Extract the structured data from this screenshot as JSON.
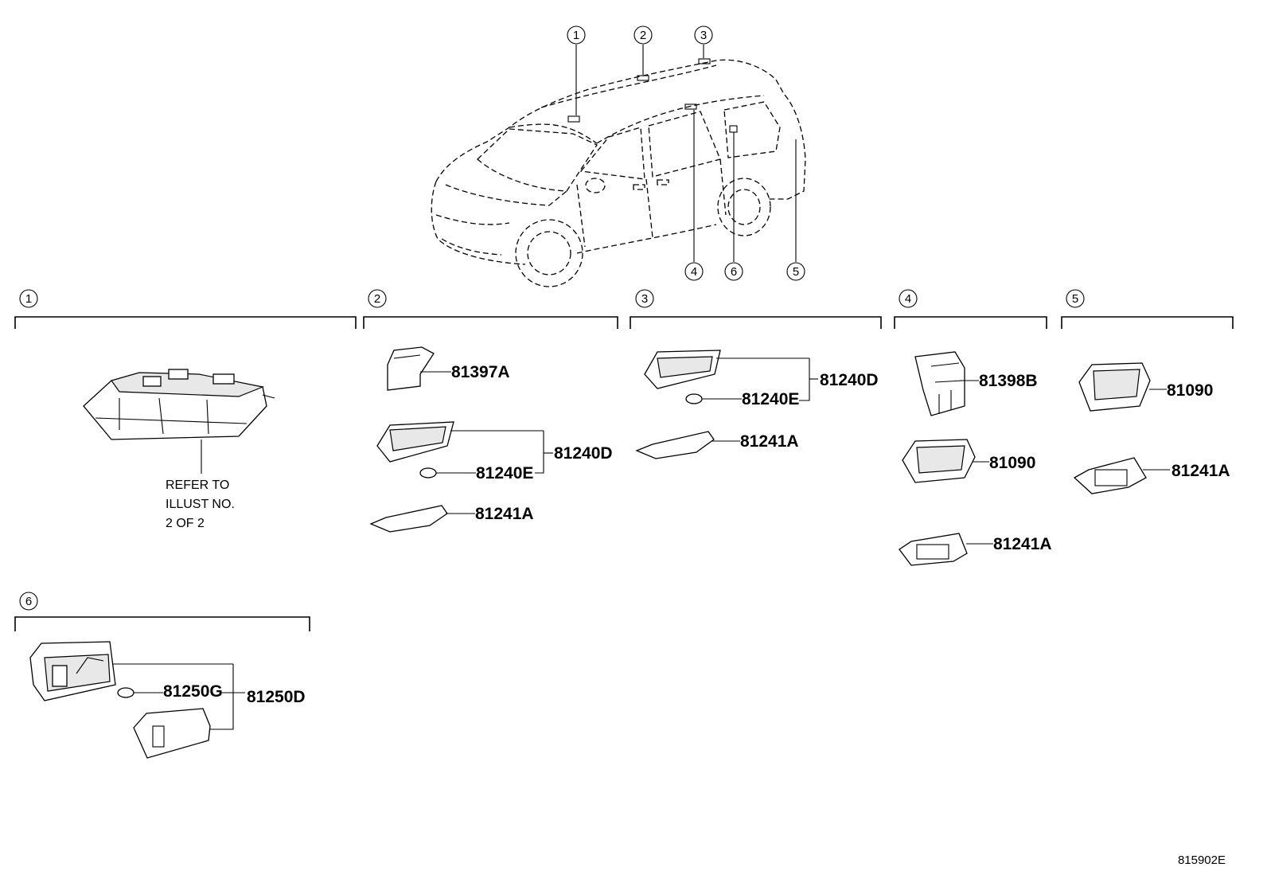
{
  "callouts": [
    "1",
    "2",
    "3",
    "4",
    "5",
    "6"
  ],
  "sections": {
    "s1": {
      "number": "1",
      "note_lines": [
        "REFER TO",
        "ILLUST NO.",
        "2 OF 2"
      ]
    },
    "s2": {
      "number": "2",
      "parts": [
        "81397A",
        "81240D",
        "81240E",
        "81241A"
      ]
    },
    "s3": {
      "number": "3",
      "parts": [
        "81240D",
        "81240E",
        "81241A"
      ]
    },
    "s4": {
      "number": "4",
      "parts": [
        "81398B",
        "81090",
        "81241A"
      ]
    },
    "s5": {
      "number": "5",
      "parts": [
        "81090",
        "81241A"
      ]
    },
    "s6": {
      "number": "6",
      "parts": [
        "81250G",
        "81250D"
      ]
    }
  },
  "illustration_id": "815902E"
}
